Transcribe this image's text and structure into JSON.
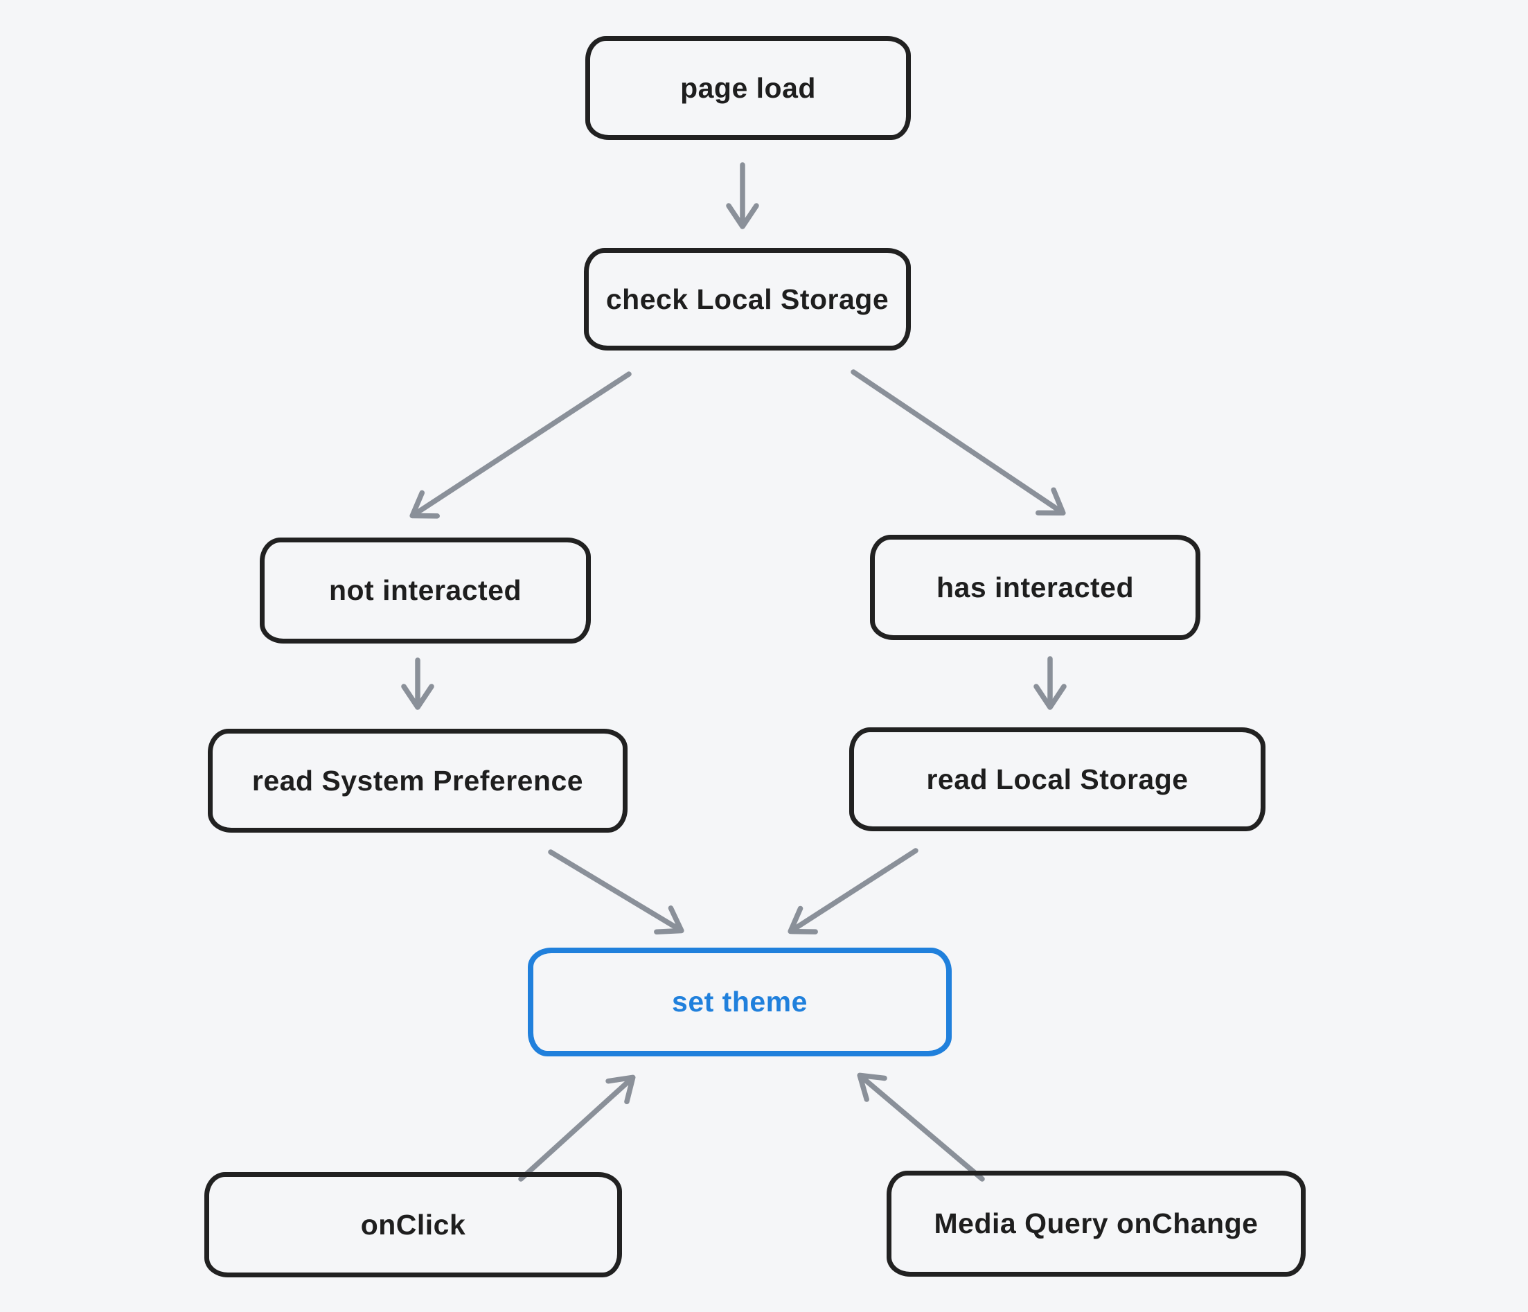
{
  "diagram": {
    "type": "flowchart",
    "style": "hand-drawn-whiteboard",
    "nodes": {
      "page_load": {
        "label": "page load"
      },
      "check_local_storage": {
        "label": "check Local Storage"
      },
      "not_interacted": {
        "label": "not interacted"
      },
      "has_interacted": {
        "label": "has interacted"
      },
      "read_system_preference": {
        "label": "read System Preference"
      },
      "read_local_storage": {
        "label": "read Local Storage"
      },
      "set_theme": {
        "label": "set theme",
        "accent": true
      },
      "on_click": {
        "label": "onClick"
      },
      "media_query_onchange": {
        "label": "Media Query onChange"
      }
    },
    "edges": [
      {
        "from": "page_load",
        "to": "check_local_storage"
      },
      {
        "from": "check_local_storage",
        "to": "not_interacted"
      },
      {
        "from": "check_local_storage",
        "to": "has_interacted"
      },
      {
        "from": "not_interacted",
        "to": "read_system_preference"
      },
      {
        "from": "has_interacted",
        "to": "read_local_storage"
      },
      {
        "from": "read_system_preference",
        "to": "set_theme"
      },
      {
        "from": "read_local_storage",
        "to": "set_theme"
      },
      {
        "from": "on_click",
        "to": "set_theme"
      },
      {
        "from": "media_query_onchange",
        "to": "set_theme"
      }
    ],
    "colors": {
      "background": "#f5f6f8",
      "node_stroke": "#212121",
      "node_text": "#1e1e1e",
      "accent_blue": "#2080dc",
      "arrow_gray": "#8a9099"
    }
  }
}
